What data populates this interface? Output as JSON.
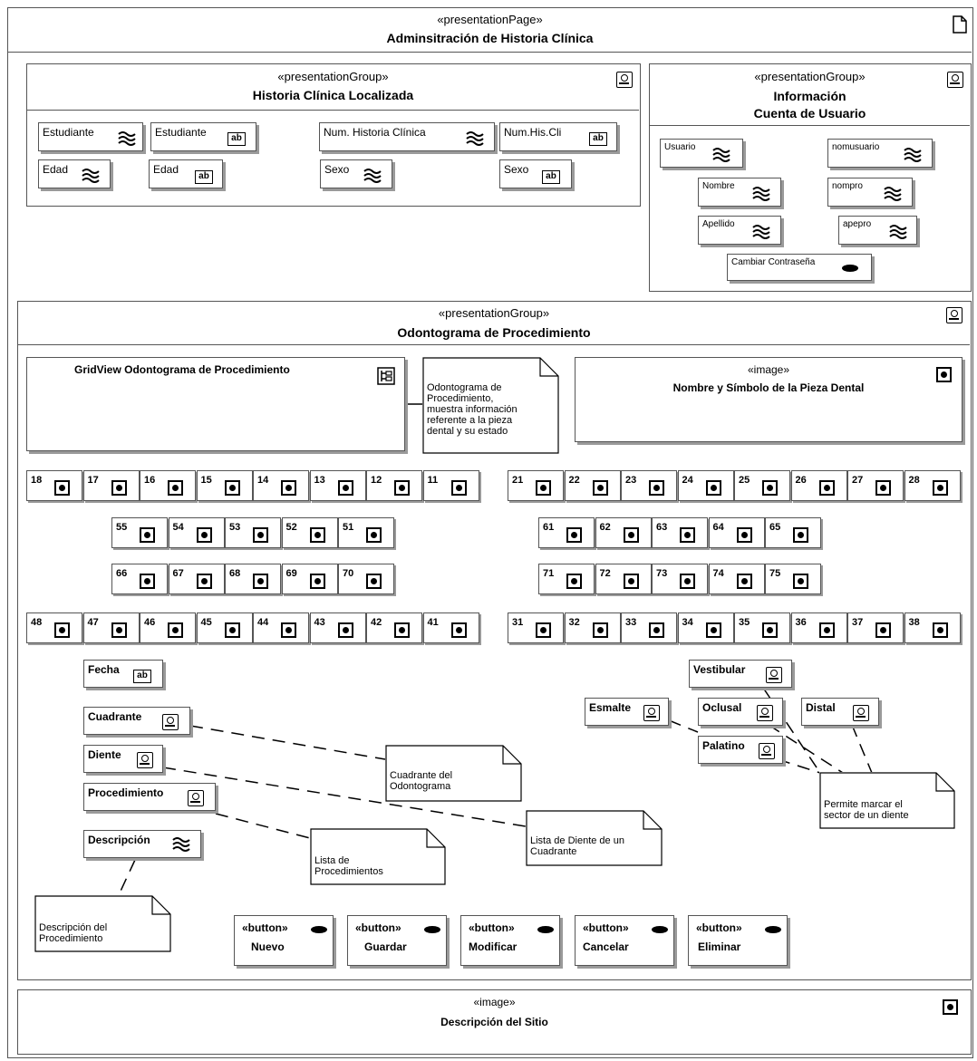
{
  "page": {
    "stereotype": "«presentationPage»",
    "title": "Adminsitración de Historia Clínica"
  },
  "hcl": {
    "stereotype": "«presentationGroup»",
    "title": "Historia Clínica Localizada",
    "fields": [
      {
        "label": "Estudiante",
        "icon": "textarea-icon"
      },
      {
        "label": "Estudiante",
        "icon": "textbox-icon"
      },
      {
        "label": "Num. Historia Clínica",
        "icon": "textarea-icon"
      },
      {
        "label": "Num.His.Cli",
        "icon": "textbox-icon"
      },
      {
        "label": "Edad",
        "icon": "textarea-icon"
      },
      {
        "label": "Edad",
        "icon": "textbox-icon"
      },
      {
        "label": "Sexo",
        "icon": "textarea-icon"
      },
      {
        "label": "Sexo",
        "icon": "textbox-icon"
      }
    ]
  },
  "account": {
    "stereotype": "«presentationGroup»",
    "title_line1": "Información",
    "title_line2": "Cuenta de Usuario",
    "fields": [
      {
        "label": "Usuario",
        "icon": "textarea-icon"
      },
      {
        "label": "nomusuario",
        "icon": "textarea-icon"
      },
      {
        "label": "Nombre",
        "icon": "textarea-icon"
      },
      {
        "label": "nompro",
        "icon": "textarea-icon"
      },
      {
        "label": "Apellido",
        "icon": "textarea-icon"
      },
      {
        "label": "apepro",
        "icon": "textarea-icon"
      },
      {
        "label": "Cambiar Contraseña",
        "icon": "button-icon"
      }
    ]
  },
  "odonto": {
    "stereotype": "«presentationGroup»",
    "title": "Odontograma de Procedimiento",
    "gridview": "GridView Odontograma de Procedimiento",
    "gridview_note": "Odontograma de\nProcedimiento,\nmuestra información\nreferente a la pieza\ndental y su estado",
    "image_stereotype": "«image»",
    "image_title": "Nombre y Símbolo de la Pieza Dental",
    "teeth": {
      "row1_left": [
        "18",
        "17",
        "16",
        "15",
        "14",
        "13",
        "12",
        "11"
      ],
      "row1_right": [
        "21",
        "22",
        "23",
        "24",
        "25",
        "26",
        "27",
        "28"
      ],
      "row2_left": [
        "55",
        "54",
        "53",
        "52",
        "51"
      ],
      "row2_right": [
        "61",
        "62",
        "63",
        "64",
        "65"
      ],
      "row3_left": [
        "66",
        "67",
        "68",
        "69",
        "70"
      ],
      "row3_right": [
        "71",
        "72",
        "73",
        "74",
        "75"
      ],
      "row4_left": [
        "48",
        "47",
        "46",
        "45",
        "44",
        "43",
        "42",
        "41"
      ],
      "row4_right": [
        "31",
        "32",
        "33",
        "34",
        "35",
        "36",
        "37",
        "38"
      ]
    },
    "fecha": "Fecha",
    "cuadrante": "Cuadrante",
    "diente": "Diente",
    "procedimiento": "Procedimiento",
    "descripcion": "Descripción",
    "sectors": {
      "vestibular": "Vestibular",
      "esmalte": "Esmalte",
      "oclusal": "Oclusal",
      "distal": "Distal",
      "palatino": "Palatino"
    },
    "notes": {
      "cuadrante": "Cuadrante del\nOdontograma",
      "diente": "Lista de Diente de un\nCuadrante",
      "procedimiento": "Lista de\nProcedimientos",
      "descripcion": "Descripción del\nProcedimiento",
      "sector": "Permite marcar el\nsector de un diente"
    },
    "buttons": [
      {
        "stereotype": "«button»",
        "label": "Nuevo"
      },
      {
        "stereotype": "«button»",
        "label": "Guardar"
      },
      {
        "stereotype": "«button»",
        "label": "Modificar"
      },
      {
        "stereotype": "«button»",
        "label": "Cancelar"
      },
      {
        "stereotype": "«button»",
        "label": "Eliminar"
      }
    ]
  },
  "site": {
    "stereotype": "«image»",
    "title": "Descripción del Sitio"
  }
}
